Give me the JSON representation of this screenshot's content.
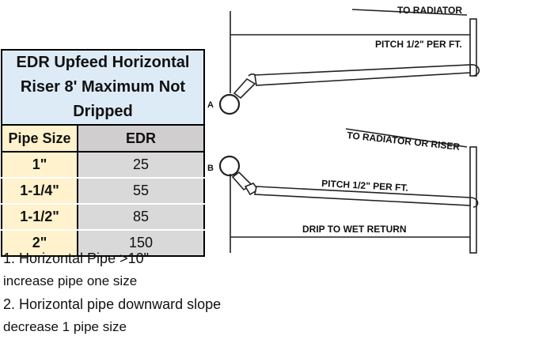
{
  "table": {
    "title": "EDR Upfeed Horizontal Riser 8' Maximum Not Dripped",
    "headers": [
      "Pipe Size",
      "EDR"
    ],
    "rows": [
      {
        "size": "1\"",
        "edr": "25"
      },
      {
        "size": "1-1/4\"",
        "edr": "55"
      },
      {
        "size": "1-1/2\"",
        "edr": "85"
      },
      {
        "size": "2\"",
        "edr": "150"
      }
    ]
  },
  "notes": [
    "1. Horizontal Pipe >10\"",
    "increase pipe one size",
    "2. Horizontal pipe downward slope",
    "decrease 1 pipe size"
  ],
  "diagram": {
    "a": {
      "label": "A",
      "to": "TO RADIATOR",
      "pitch": "PITCH 1/2\" PER FT."
    },
    "b": {
      "label": "B",
      "to": "TO RADIATOR OR RISER",
      "pitch": "PITCH 1/2\" PER FT.",
      "drip": "DRIP TO WET RETURN"
    }
  }
}
